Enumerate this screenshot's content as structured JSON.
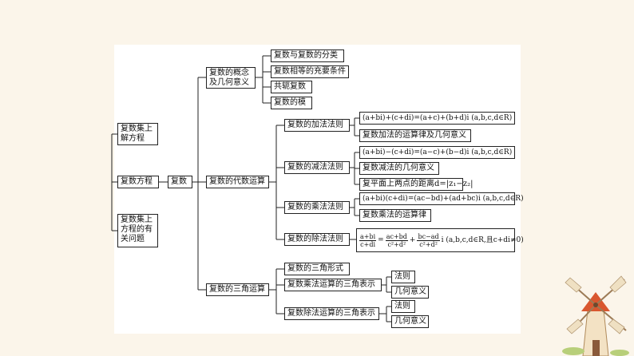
{
  "nodes": {
    "n_left1": "复数集上解方程",
    "n_root": "复数方程",
    "n_left2": "复数集上方程的有关问题",
    "n_fushu": "复数",
    "n_concept": "复数的概念及几何意义",
    "n_c1": "复数与复数的分类",
    "n_c2": "复数相等的充要条件",
    "n_c3": "共轭复数",
    "n_c4": "复数的模",
    "n_alg": "复数的代数运算",
    "n_add": "复数的加法法则",
    "n_add1": "(a+bi)+(c+di)=(a+c)+(b+d)i (a,b,c,d∈R)",
    "n_add2": "复数加法的运算律及几何意义",
    "n_sub": "复数的减法法则",
    "n_sub1": "(a+bi)−(c+di)=(a−c)+(b−d)i (a,b,c,d∈R)",
    "n_sub2": "复数减法的几何意义",
    "n_sub3": "复平面上两点的距离d=|z₁−z₂|",
    "n_mul": "复数的乘法法则",
    "n_mul1": "(a+bi)(c+di)=(ac−bd)+(ad+bc)i (a,b,c,d∈R)",
    "n_mul2": "复数乘法的运算律",
    "n_div": "复数的除法法则",
    "n_trig": "复数的三角运算",
    "n_t1": "复数的三角形式",
    "n_t2": "复数乘法运算的三角表示",
    "n_t2a": "法则",
    "n_t2b": "几何意义",
    "n_t3": "复数除法运算的三角表示",
    "n_t3a": "法则",
    "n_t3b": "几何意义"
  },
  "division_formula": {
    "f1_num": "a+bi",
    "f1_den": "c+di",
    "eq": "=",
    "f2_num": "ac+bd",
    "f2_den": "c²+d²",
    "plus": "+",
    "f3_num": "bc−ad",
    "f3_den": "c²+d²",
    "tail": "i (a,b,c,d∈R,且c+di≠0)"
  },
  "colors": {
    "background": "#fbf5ea",
    "paper": "#ffffff",
    "line": "#222222"
  },
  "decor_icon": "windmill-icon"
}
